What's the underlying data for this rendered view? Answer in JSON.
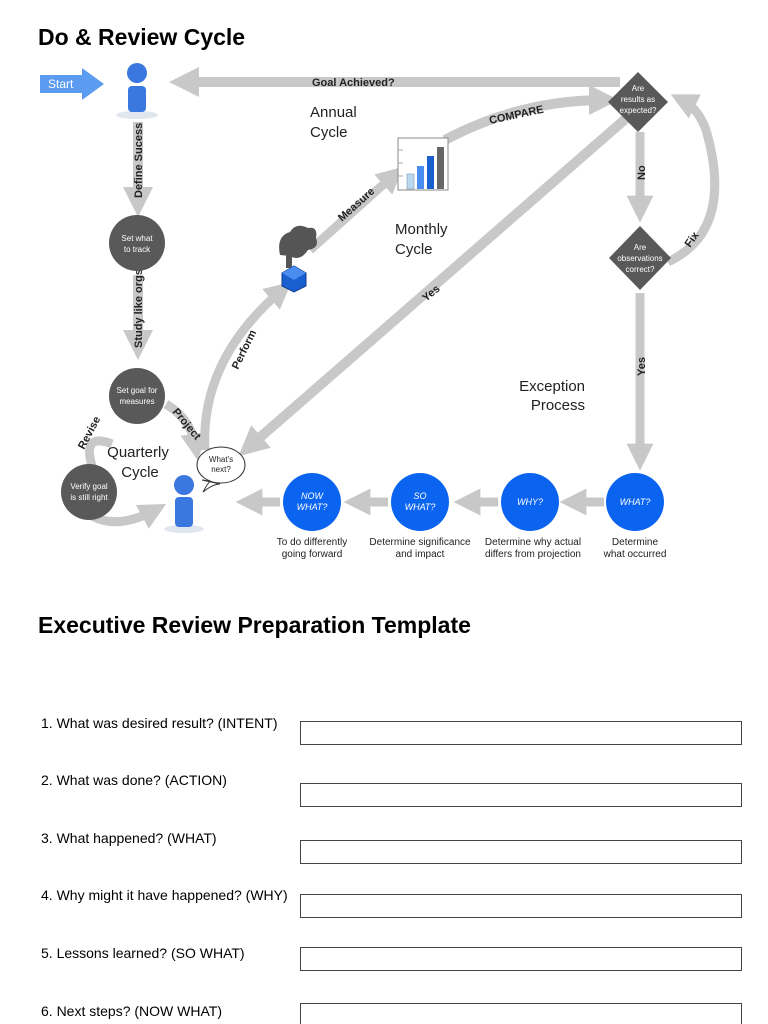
{
  "header": {
    "title": "Do & Review Cycle"
  },
  "diagram": {
    "start_label": "Start",
    "goal_achieved": "Goal Achieved?",
    "define_success": "Define Sucess",
    "set_what_to_track": [
      "Set what",
      "to track"
    ],
    "study_like_orgs": "Study like orgs",
    "set_goal": [
      "Set goal for",
      "measures"
    ],
    "revise": "Revise",
    "project": "Project",
    "verify_goal": [
      "Verify goal",
      "is still right"
    ],
    "quarterly_cycle": [
      "Quarterly",
      "Cycle"
    ],
    "whats_next": [
      "What's",
      "next?"
    ],
    "annual_cycle": [
      "Annual",
      "Cycle"
    ],
    "monthly_cycle": [
      "Monthly",
      "Cycle"
    ],
    "compare": "COMPARE",
    "measure": "Measure",
    "perform": "Perform",
    "yes": "Yes",
    "no": "No",
    "fix": "Fix",
    "are_results_expected": [
      "Are",
      "results as",
      "expected?"
    ],
    "are_observations_correct": [
      "Are",
      "observations",
      "correct?"
    ],
    "exception_process": [
      "Exception",
      "Process"
    ],
    "steps": [
      {
        "circle": [
          "NOW",
          "WHAT?"
        ],
        "caption": [
          "To do differently",
          "going forward"
        ]
      },
      {
        "circle": [
          "SO",
          "WHAT?"
        ],
        "caption": [
          "Determine significance",
          "and impact"
        ]
      },
      {
        "circle": [
          "WHY?"
        ],
        "caption": [
          "Determine why actual",
          "differs from projection"
        ]
      },
      {
        "circle": [
          "WHAT?"
        ],
        "caption": [
          "Determine",
          "what occurred"
        ]
      }
    ],
    "colors": {
      "arrow": "#c8c8c8",
      "node": "#595959",
      "blue": "#0a64f0",
      "person": "#3a78e0",
      "start_arrow": "#5b9bf0"
    }
  },
  "template": {
    "title": "Executive Review Preparation Template",
    "questions": [
      "1.  What was desired result? (INTENT)",
      "2.  What was done? (ACTION)",
      "3.  What happened? (WHAT)",
      "4. Why might it have happened? (WHY)",
      "5. Lessons learned? (SO WHAT)",
      "6. Next steps? (NOW WHAT)"
    ]
  }
}
